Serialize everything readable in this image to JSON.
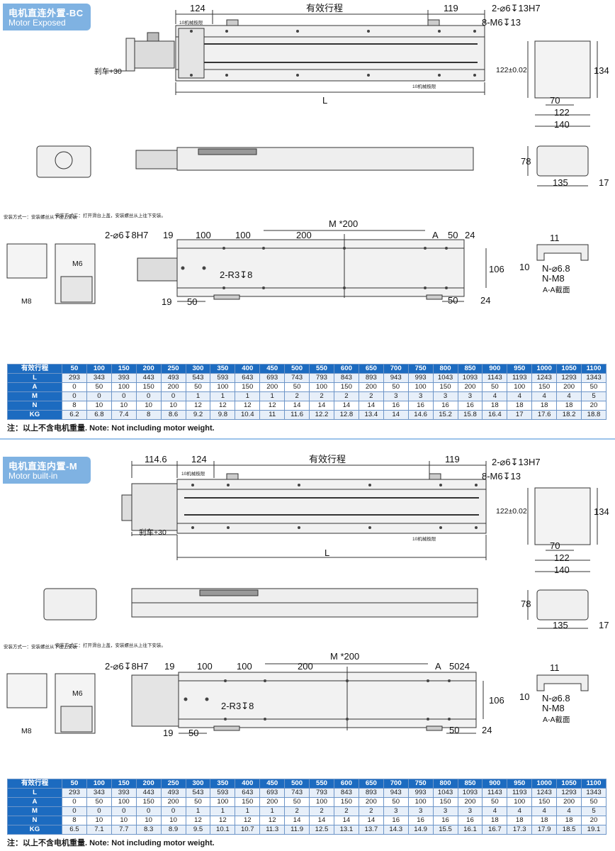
{
  "sections": [
    {
      "title_cn": "电机直连外置-BC",
      "title_en": "Motor Exposed",
      "drawing": {
        "stroke_label": "有效行程",
        "dim_124": "124",
        "dim_119": "119",
        "limit_top": "10机械极限",
        "limit_bottom": "10机械极限",
        "brake": "刹车+30",
        "length": "L",
        "hole_top": "2-⌀6↧13H7",
        "thread_top": "8-M6↧13",
        "h122": "122±0.02",
        "h134": "134",
        "w70": "70",
        "w122": "122",
        "w140": "140",
        "h78": "78",
        "w135": "135",
        "w17": "17",
        "install1": "安装方式一：安装螺丝从下往上安装",
        "install2": "安装方式二：打开滑台上盖，安装螺丝从上往下安装。",
        "m6": "M6",
        "m8": "M8",
        "pin_hole": "2-⌀6↧8H7",
        "d19": "19",
        "d100a": "100",
        "d100b": "100",
        "d200": "200",
        "m200": "M *200",
        "a_mark": "A",
        "d50": "50",
        "d24": "24",
        "h106": "106",
        "r3": "2-R3↧8",
        "b19": "19",
        "b50": "50",
        "b50r": "50",
        "b24": "24",
        "sec11": "11",
        "sec10": "10",
        "n68": "N-⌀6.8",
        "nm8": "N-M8",
        "aa": "A-A截面"
      },
      "table": {
        "header": "有效行程",
        "strokes": [
          "50",
          "100",
          "150",
          "200",
          "250",
          "300",
          "350",
          "400",
          "450",
          "500",
          "550",
          "600",
          "650",
          "700",
          "750",
          "800",
          "850",
          "900",
          "950",
          "1000",
          "1050",
          "1100"
        ],
        "rows": [
          {
            "label": "L",
            "values": [
              "293",
              "343",
              "393",
              "443",
              "493",
              "543",
              "593",
              "643",
              "693",
              "743",
              "793",
              "843",
              "893",
              "943",
              "993",
              "1043",
              "1093",
              "1143",
              "1193",
              "1243",
              "1293",
              "1343"
            ]
          },
          {
            "label": "A",
            "values": [
              "0",
              "50",
              "100",
              "150",
              "200",
              "50",
              "100",
              "150",
              "200",
              "50",
              "100",
              "150",
              "200",
              "50",
              "100",
              "150",
              "200",
              "50",
              "100",
              "150",
              "200",
              "50"
            ]
          },
          {
            "label": "M",
            "values": [
              "0",
              "0",
              "0",
              "0",
              "0",
              "1",
              "1",
              "1",
              "1",
              "2",
              "2",
              "2",
              "2",
              "3",
              "3",
              "3",
              "3",
              "4",
              "4",
              "4",
              "4",
              "5"
            ]
          },
          {
            "label": "N",
            "values": [
              "8",
              "10",
              "10",
              "10",
              "10",
              "12",
              "12",
              "12",
              "12",
              "14",
              "14",
              "14",
              "14",
              "16",
              "16",
              "16",
              "16",
              "18",
              "18",
              "18",
              "18",
              "20"
            ]
          },
          {
            "label": "KG",
            "values": [
              "6.2",
              "6.8",
              "7.4",
              "8",
              "8.6",
              "9.2",
              "9.8",
              "10.4",
              "11",
              "11.6",
              "12.2",
              "12.8",
              "13.4",
              "14",
              "14.6",
              "15.2",
              "15.8",
              "16.4",
              "17",
              "17.6",
              "18.2",
              "18.8"
            ]
          }
        ]
      },
      "note": "注：以上不含电机重量. Note: Not including motor weight."
    },
    {
      "title_cn": "电机直连内置-M",
      "title_en": "Motor built-in",
      "drawing": {
        "stroke_label": "有效行程",
        "dim_1146": "114.6",
        "dim_124": "124",
        "dim_119": "119",
        "limit_top": "10机械极限",
        "limit_bottom": "10机械极限",
        "brake": "刹车+30",
        "length": "L",
        "hole_top": "2-⌀6↧13H7",
        "thread_top": "8-M6↧13",
        "h122": "122±0.02",
        "h134": "134",
        "w70": "70",
        "w122": "122",
        "w140": "140",
        "h78": "78",
        "w135": "135",
        "w17": "17",
        "install1": "安装方式一：安装螺丝从下往上安装",
        "install2": "安装方式二：打开滑台上盖，安装螺丝从上往下安装。",
        "m6": "M6",
        "m8": "M8",
        "pin_hole": "2-⌀6↧8H7",
        "d19": "19",
        "d100a": "100",
        "d100b": "100",
        "d200": "200",
        "m200": "M *200",
        "a_mark": "A",
        "d5024": "5024",
        "h106": "106",
        "r3": "2-R3↧8",
        "b19": "19",
        "b50": "50",
        "b50r": "50",
        "b24": "24",
        "sec11": "11",
        "sec10": "10",
        "n68": "N-⌀6.8",
        "nm8": "N-M8",
        "aa": "A-A截面"
      },
      "table": {
        "header": "有效行程",
        "strokes": [
          "50",
          "100",
          "150",
          "200",
          "250",
          "300",
          "350",
          "400",
          "450",
          "500",
          "550",
          "600",
          "650",
          "700",
          "750",
          "800",
          "850",
          "900",
          "950",
          "1000",
          "1050",
          "1100"
        ],
        "rows": [
          {
            "label": "L",
            "values": [
              "293",
              "343",
              "393",
              "443",
              "493",
              "543",
              "593",
              "643",
              "693",
              "743",
              "793",
              "843",
              "893",
              "943",
              "993",
              "1043",
              "1093",
              "1143",
              "1193",
              "1243",
              "1293",
              "1343"
            ]
          },
          {
            "label": "A",
            "values": [
              "0",
              "50",
              "100",
              "150",
              "200",
              "50",
              "100",
              "150",
              "200",
              "50",
              "100",
              "150",
              "200",
              "50",
              "100",
              "150",
              "200",
              "50",
              "100",
              "150",
              "200",
              "50"
            ]
          },
          {
            "label": "M",
            "values": [
              "0",
              "0",
              "0",
              "0",
              "0",
              "1",
              "1",
              "1",
              "1",
              "2",
              "2",
              "2",
              "2",
              "3",
              "3",
              "3",
              "3",
              "4",
              "4",
              "4",
              "4",
              "5"
            ]
          },
          {
            "label": "N",
            "values": [
              "8",
              "10",
              "10",
              "10",
              "10",
              "12",
              "12",
              "12",
              "12",
              "14",
              "14",
              "14",
              "14",
              "16",
              "16",
              "16",
              "16",
              "18",
              "18",
              "18",
              "18",
              "20"
            ]
          },
          {
            "label": "KG",
            "values": [
              "6.5",
              "7.1",
              "7.7",
              "8.3",
              "8.9",
              "9.5",
              "10.1",
              "10.7",
              "11.3",
              "11.9",
              "12.5",
              "13.1",
              "13.7",
              "14.3",
              "14.9",
              "15.5",
              "16.1",
              "16.7",
              "17.3",
              "17.9",
              "18.5",
              "19.1"
            ]
          }
        ]
      },
      "note": "注：以上不含电机重量. Note: Not including motor weight."
    }
  ],
  "colors": {
    "tag": "#7fb2e2",
    "table_header": "#1c6bc0",
    "table_border": "#6d95c8",
    "divider": "#9cc3ea"
  }
}
